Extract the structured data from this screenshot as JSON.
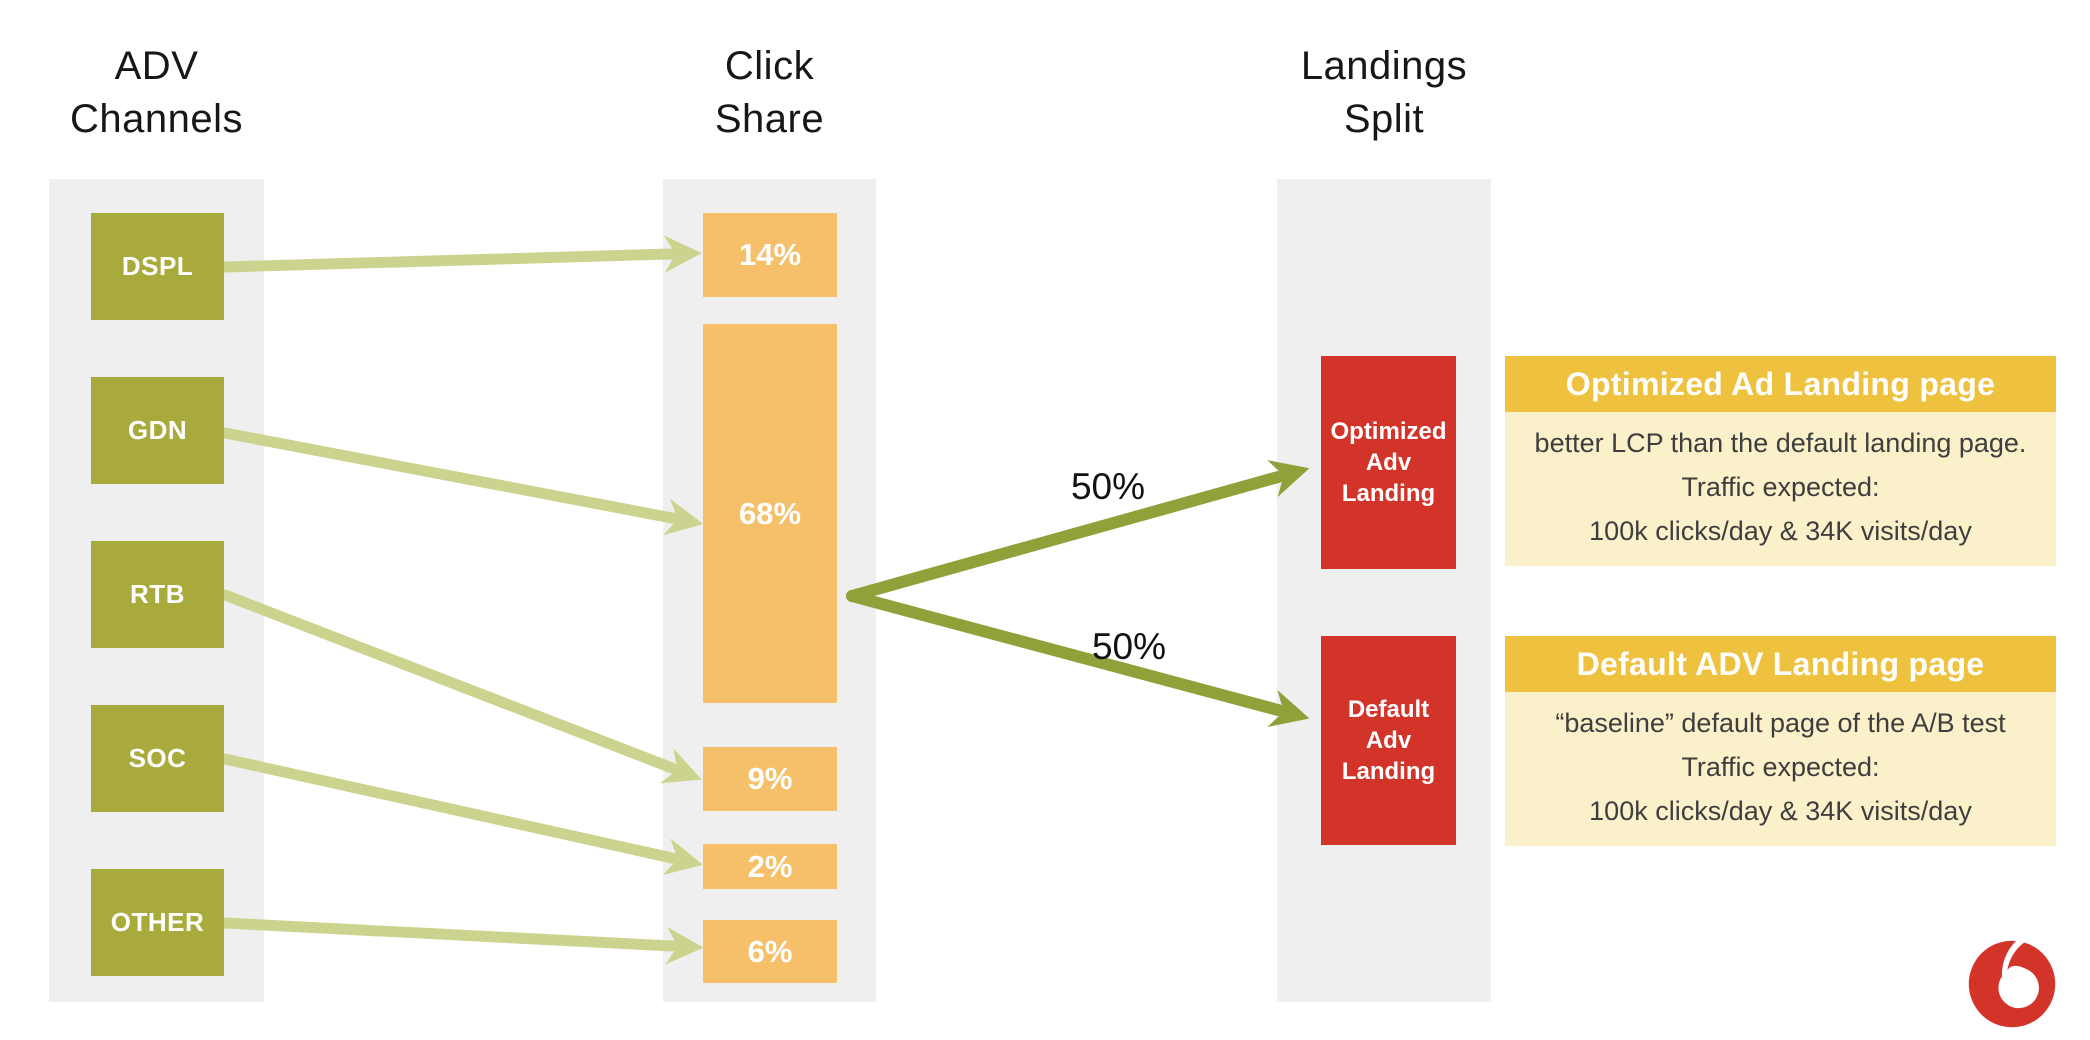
{
  "colors": {
    "column_bg": "#f0efef",
    "olive_box": "#a8ab3c",
    "light_arrow": "#ccd38e",
    "dark_arrow": "#90a13a",
    "orange_box": "#f6c06a",
    "red_box": "#d3342a",
    "panel_header_bg": "#eec13e",
    "panel_body_bg": "#faf0ca",
    "logo_red": "#d3342a"
  },
  "headers": {
    "adv_channels": {
      "line1": "ADV",
      "line2": "Channels"
    },
    "click_share": {
      "line1": "Click",
      "line2": "Share"
    },
    "landings_split": {
      "line1": "Landings",
      "line2": "Split"
    }
  },
  "channels": [
    "DSPL",
    "GDN",
    "RTB",
    "SOC",
    "OTHER"
  ],
  "click_share": [
    "14%",
    "68%",
    "9%",
    "2%",
    "6%"
  ],
  "flows": [
    {
      "from": "DSPL",
      "to": "14%"
    },
    {
      "from": "GDN",
      "to": "68%"
    },
    {
      "from": "RTB",
      "to": "9%"
    },
    {
      "from": "SOC",
      "to": "2%"
    },
    {
      "from": "OTHER",
      "to": "6%"
    }
  ],
  "split": {
    "source": "68%",
    "top_label": "50%",
    "bottom_label": "50%"
  },
  "landings": [
    {
      "lines": [
        "Optimized",
        "Adv",
        "Landing"
      ]
    },
    {
      "lines": [
        "Default",
        "Adv",
        "Landing"
      ]
    }
  ],
  "panels": [
    {
      "title": "Optimized Ad Landing page",
      "lines": [
        "better LCP than the default landing page.",
        "Traffic expected:",
        "100k clicks/day & 34K visits/day"
      ]
    },
    {
      "title": "Default ADV Landing page",
      "lines": [
        "“baseline” default page of the A/B test",
        "Traffic expected:",
        "100k clicks/day & 34K visits/day"
      ]
    }
  ],
  "logo": {
    "brand": "vodafone"
  }
}
